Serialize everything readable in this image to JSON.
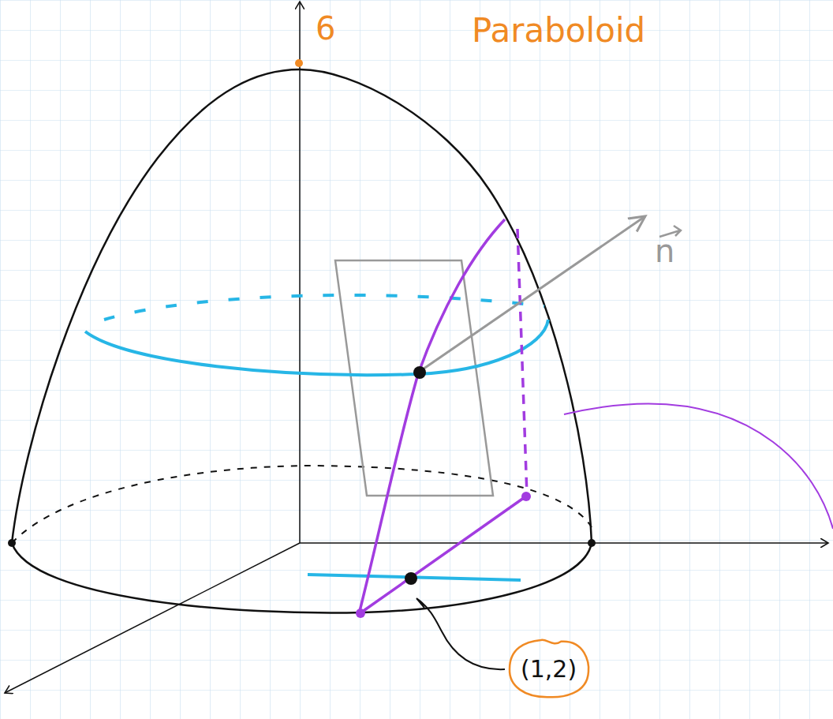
{
  "diagram": {
    "nodes": [
      {
        "text": [
          "(1,2)"
        ]
      }
    ],
    "labels": [
      "6",
      "Paraboloid",
      "n"
    ]
  }
}
